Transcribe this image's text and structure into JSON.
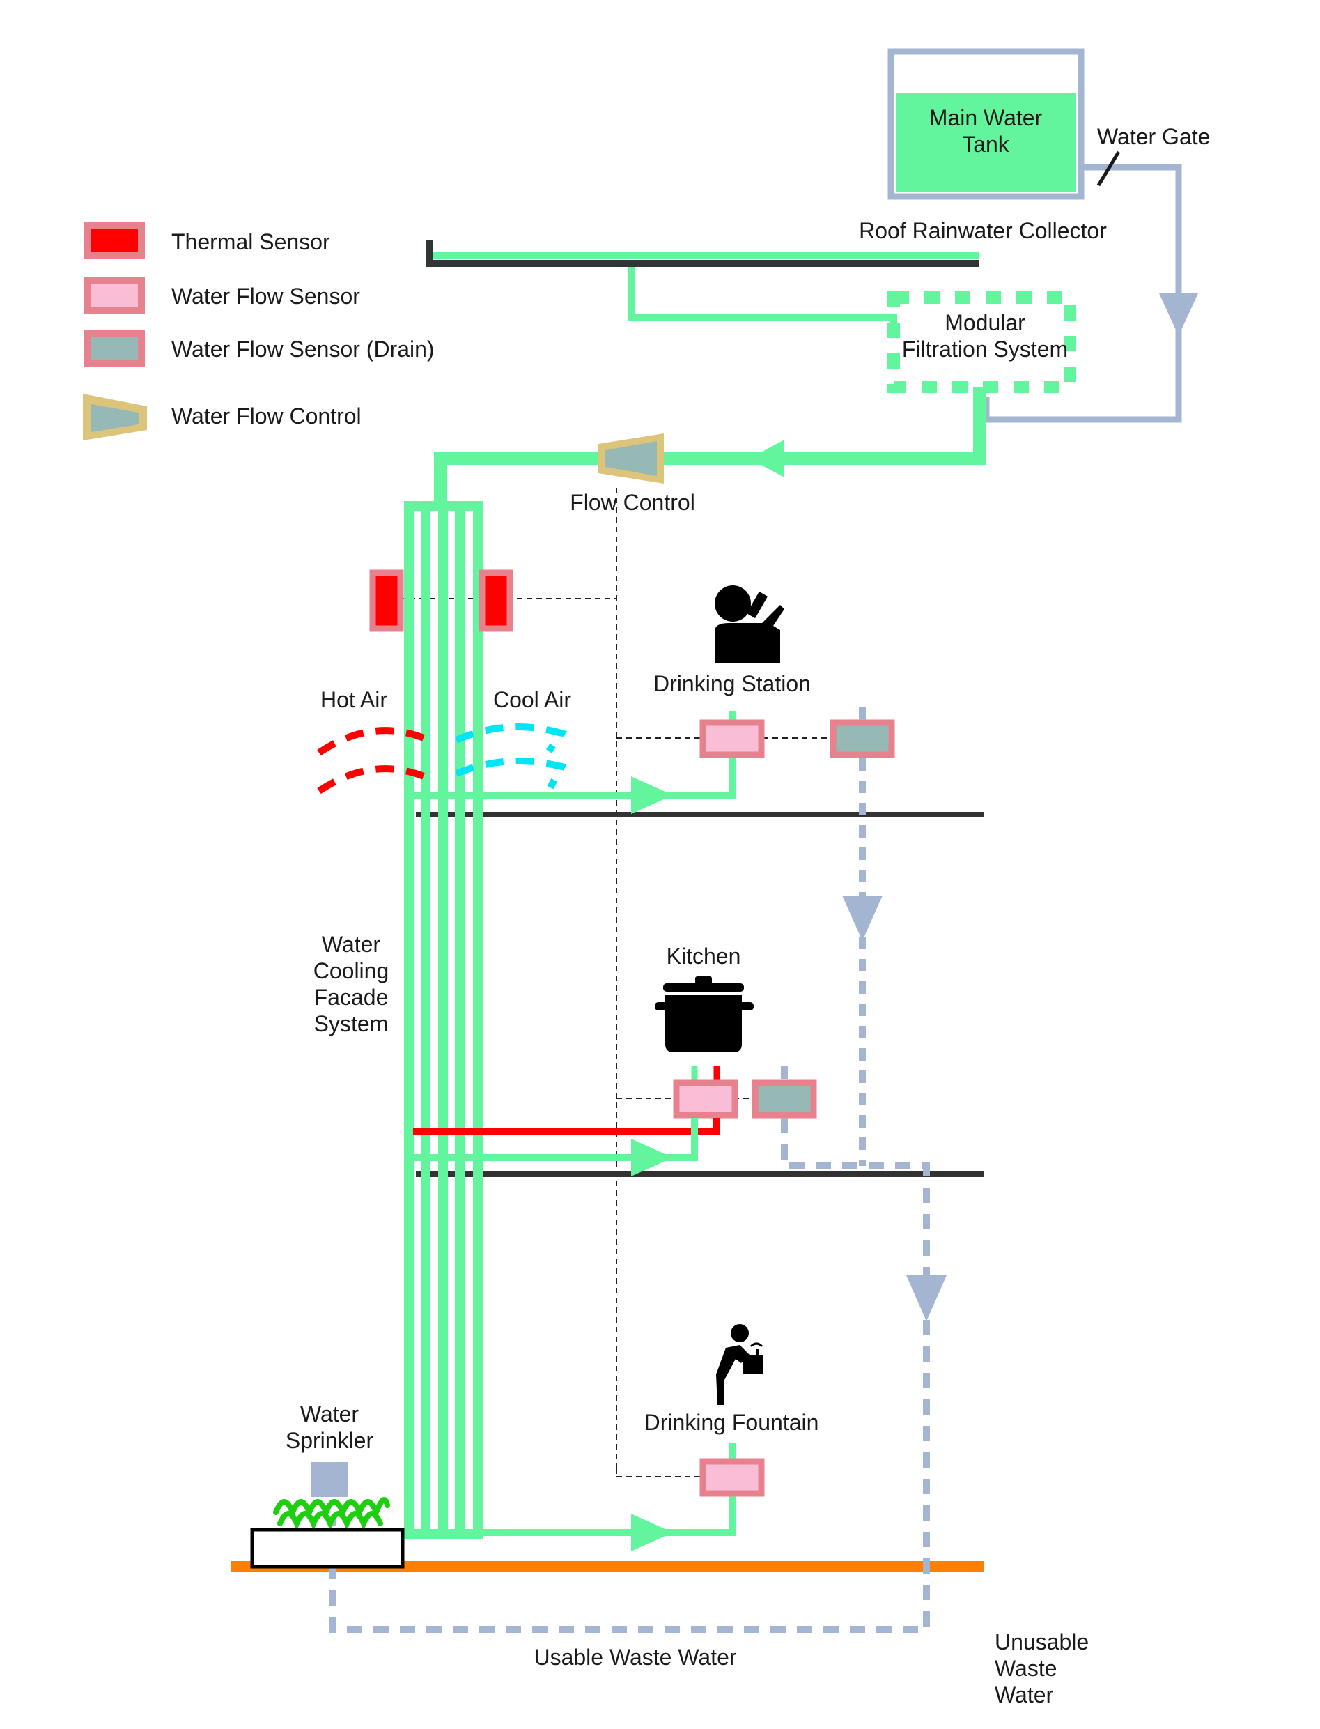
{
  "legend": {
    "thermal_sensor": "Thermal Sensor",
    "water_flow_sensor": "Water Flow Sensor",
    "water_flow_sensor_drain": "Water Flow Sensor (Drain)",
    "water_flow_control": "Water Flow Control"
  },
  "tank": {
    "line1": "Main Water",
    "line2": "Tank"
  },
  "water_gate": "Water Gate",
  "roof_collector": "Roof Rainwater Collector",
  "filtration": {
    "line1": "Modular",
    "line2": "Filtration System"
  },
  "flow_control": "Flow Control",
  "hot_air": "Hot Air",
  "cool_air": "Cool Air",
  "drinking_station": "Drinking Station",
  "facade": {
    "line1": "Water",
    "line2": "Cooling",
    "line3": "Facade",
    "line4": "System"
  },
  "kitchen": "Kitchen",
  "drinking_fountain": "Drinking Fountain",
  "sprinkler": {
    "line1": "Water",
    "line2": "Sprinkler"
  },
  "usable_waste_water": "Usable Waste Water",
  "unusable": {
    "line1": "Unusable",
    "line2": "Waste",
    "line3": "Water"
  },
  "colors": {
    "water": "#63f59e",
    "blue": "#a4b5d2",
    "sensor_border": "#e8818e",
    "thermal": "#ff0000",
    "flow_light": "#f9bed6",
    "drain": "#96b9b5",
    "control_border": "#dcc47a",
    "floor": "#333333",
    "ground": "#ff7f00",
    "plant": "#1ecf0f"
  }
}
